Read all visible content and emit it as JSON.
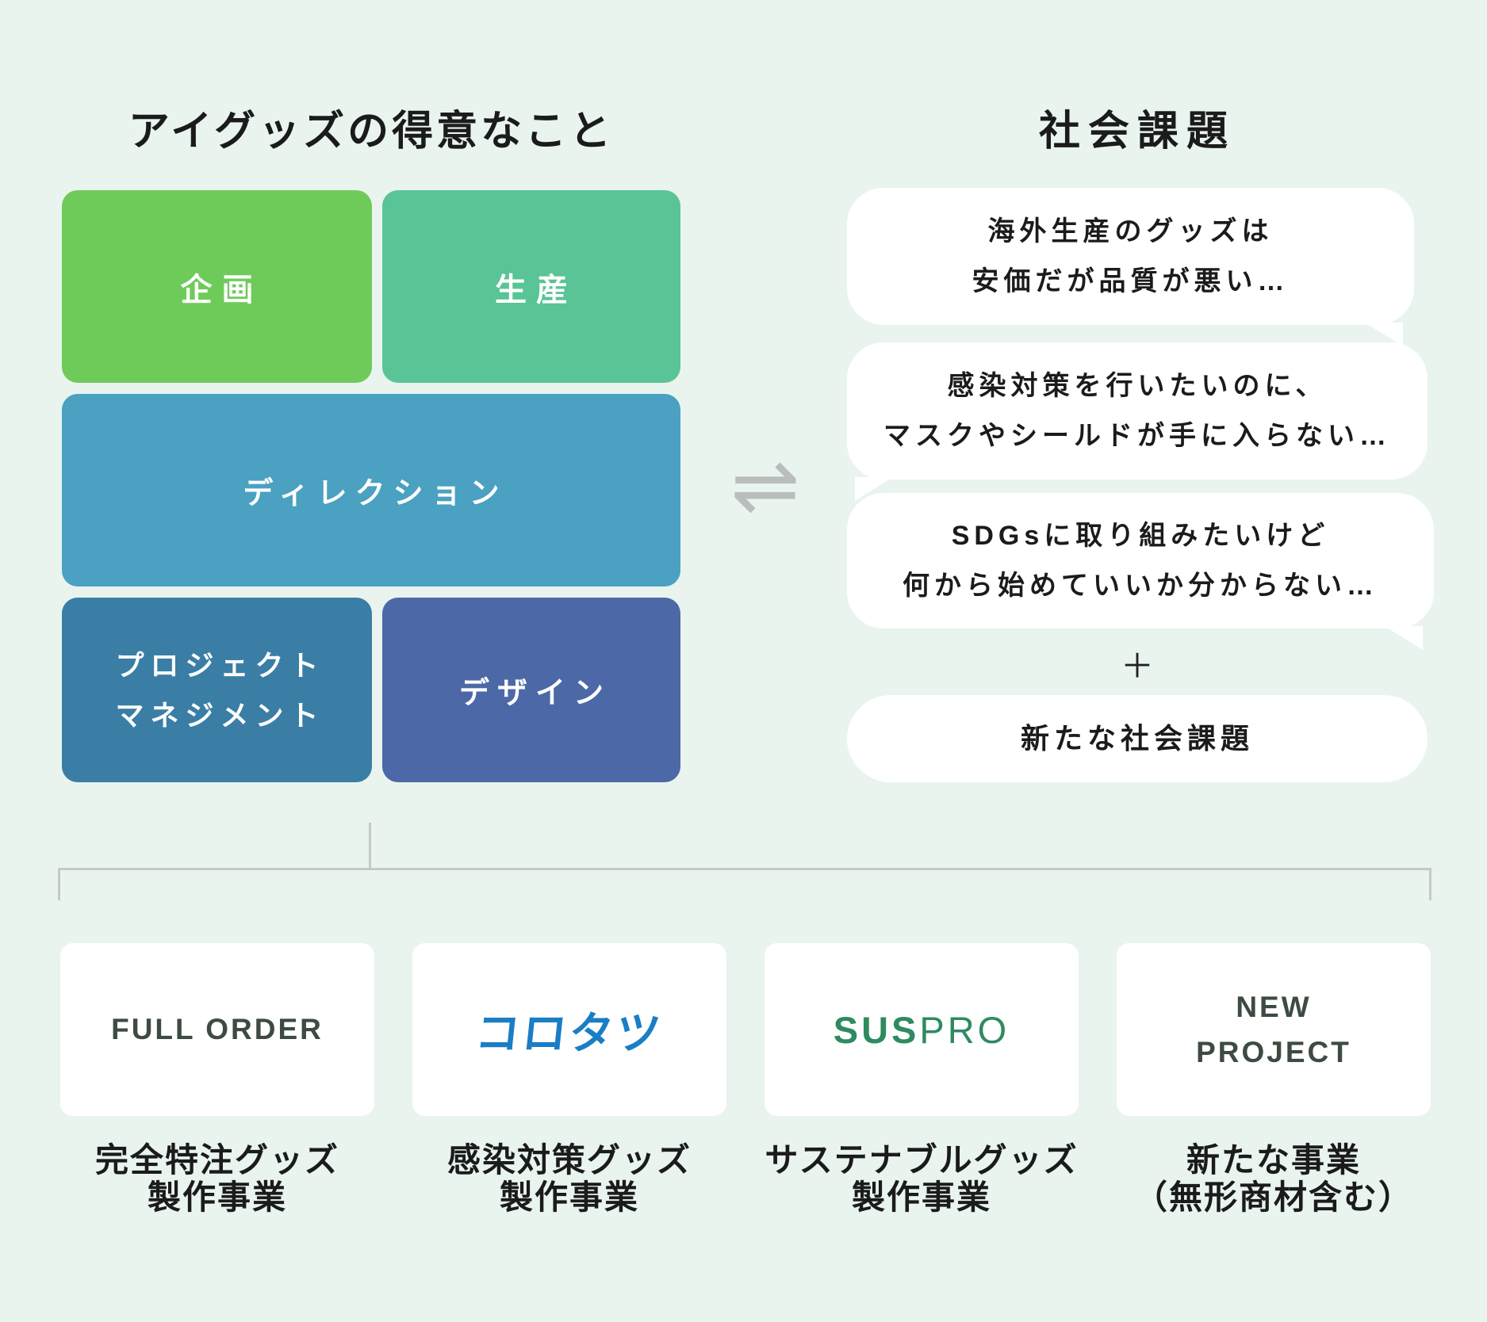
{
  "canvas": {
    "background_color": "#e9f4ef",
    "connector_line_color": "#c5c9c7",
    "text_color": "#1b1b1b"
  },
  "left_panel": {
    "title": "アイグッズの得意なこと",
    "blocks": {
      "plan": {
        "label": "企画",
        "color": "#6fcb59"
      },
      "production": {
        "label": "生産",
        "color": "#59c495"
      },
      "direction": {
        "label": "ディレクション",
        "color": "#4aa1c1"
      },
      "pm": {
        "line1": "プロジェクト",
        "line2": "マネジメント",
        "color": "#3a7ea6"
      },
      "design": {
        "label": "デザイン",
        "color": "#4c68a7"
      }
    }
  },
  "exchange": {
    "icon": "⇌",
    "color": "#b9bebc"
  },
  "right_panel": {
    "title": "社会課題",
    "bubbles": [
      {
        "line1": "海外生産のグッズは",
        "line2": "安価だが品質が悪い…"
      },
      {
        "line1": "感染対策を行いたいのに、",
        "line2": "マスクやシールドが手に入らない…"
      },
      {
        "line1": "SDGsに取り組みたいけど",
        "line2": "何から始めていいか分からない…"
      }
    ],
    "plus_sign": "＋",
    "new_issue_bubble": "新たな社会課題"
  },
  "businesses": [
    {
      "logo": "FULL ORDER",
      "logo_color": "#3d4b41",
      "label_line1": "完全特注グッズ",
      "label_line2": "製作事業"
    },
    {
      "logo": "コロタツ",
      "logo_color": "#1a7ec5",
      "label_line1": "感染対策グッズ",
      "label_line2": "製作事業"
    },
    {
      "logo_part1": "SUS",
      "logo_part2": "PRO",
      "logo_color": "#2f8a5f",
      "label_line1": "サステナブルグッズ",
      "label_line2": "製作事業"
    },
    {
      "logo_line1": "NEW",
      "logo_line2": "PROJECT",
      "logo_color": "#3d4b41",
      "label_line1": "新たな事業",
      "label_line2": "（無形商材含む）"
    }
  ]
}
